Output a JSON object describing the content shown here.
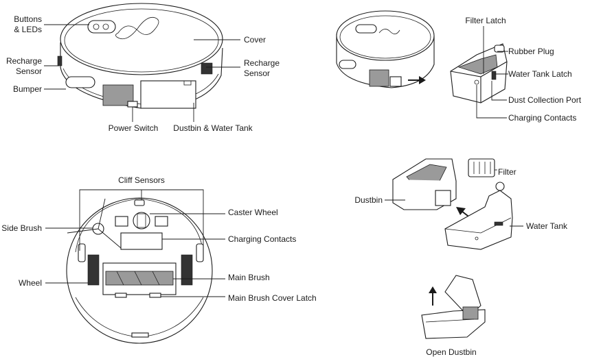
{
  "panels": {
    "top_left": {
      "labels": {
        "buttons_leds_1": "Buttons",
        "buttons_leds_2": "& LEDs",
        "recharge_sensor_left_1": "Recharge",
        "recharge_sensor_left_2": "Sensor",
        "bumper": "Bumper",
        "cover": "Cover",
        "recharge_sensor_right_1": "Recharge",
        "recharge_sensor_right_2": "Sensor",
        "power_switch": "Power Switch",
        "dustbin_water_tank": "Dustbin & Water Tank"
      }
    },
    "top_right": {
      "labels": {
        "filter_latch": "Filter Latch",
        "rubber_plug": "Rubber Plug",
        "water_tank_latch": "Water Tank Latch",
        "dust_collection_port": "Dust Collection Port",
        "charging_contacts": "Charging Contacts"
      }
    },
    "bottom_left": {
      "labels": {
        "cliff_sensors": "Cliff Sensors",
        "caster_wheel": "Caster Wheel",
        "side_brush": "Side Brush",
        "charging_contacts": "Charging Contacts",
        "wheel": "Wheel",
        "main_brush": "Main Brush",
        "main_brush_cover_latch": "Main Brush Cover Latch"
      }
    },
    "bottom_right": {
      "labels": {
        "filter": "Filter",
        "dustbin": "Dustbin",
        "water_tank": "Water Tank",
        "open_dustbin": "Open Dustbin"
      }
    }
  }
}
